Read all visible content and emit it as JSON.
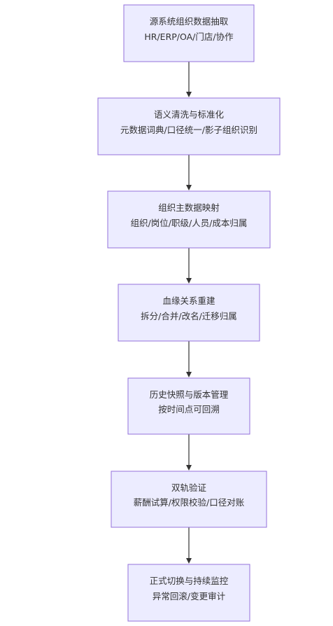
{
  "flowchart": {
    "steps": [
      {
        "title": "源系统组织数据抽取",
        "detail": "HR/ERP/OA/门店/协作"
      },
      {
        "title": "语义清洗与标准化",
        "detail": "元数据词典/口径统一/影子组织识别"
      },
      {
        "title": "组织主数据映射",
        "detail": "组织/岗位/职级/人员/成本归属"
      },
      {
        "title": "血缘关系重建",
        "detail": "拆分/合并/改名/迁移归属"
      },
      {
        "title": "历史快照与版本管理",
        "detail": "按时间点可回溯"
      },
      {
        "title": "双轨验证",
        "detail": "薪酬试算/权限校验/口径对账"
      },
      {
        "title": "正式切换与持续监控",
        "detail": "异常回滚/变更审计"
      }
    ],
    "colors": {
      "node_fill": "#ECECFF",
      "node_border": "#9370DB",
      "edge": "#333333",
      "text": "#333333"
    }
  }
}
